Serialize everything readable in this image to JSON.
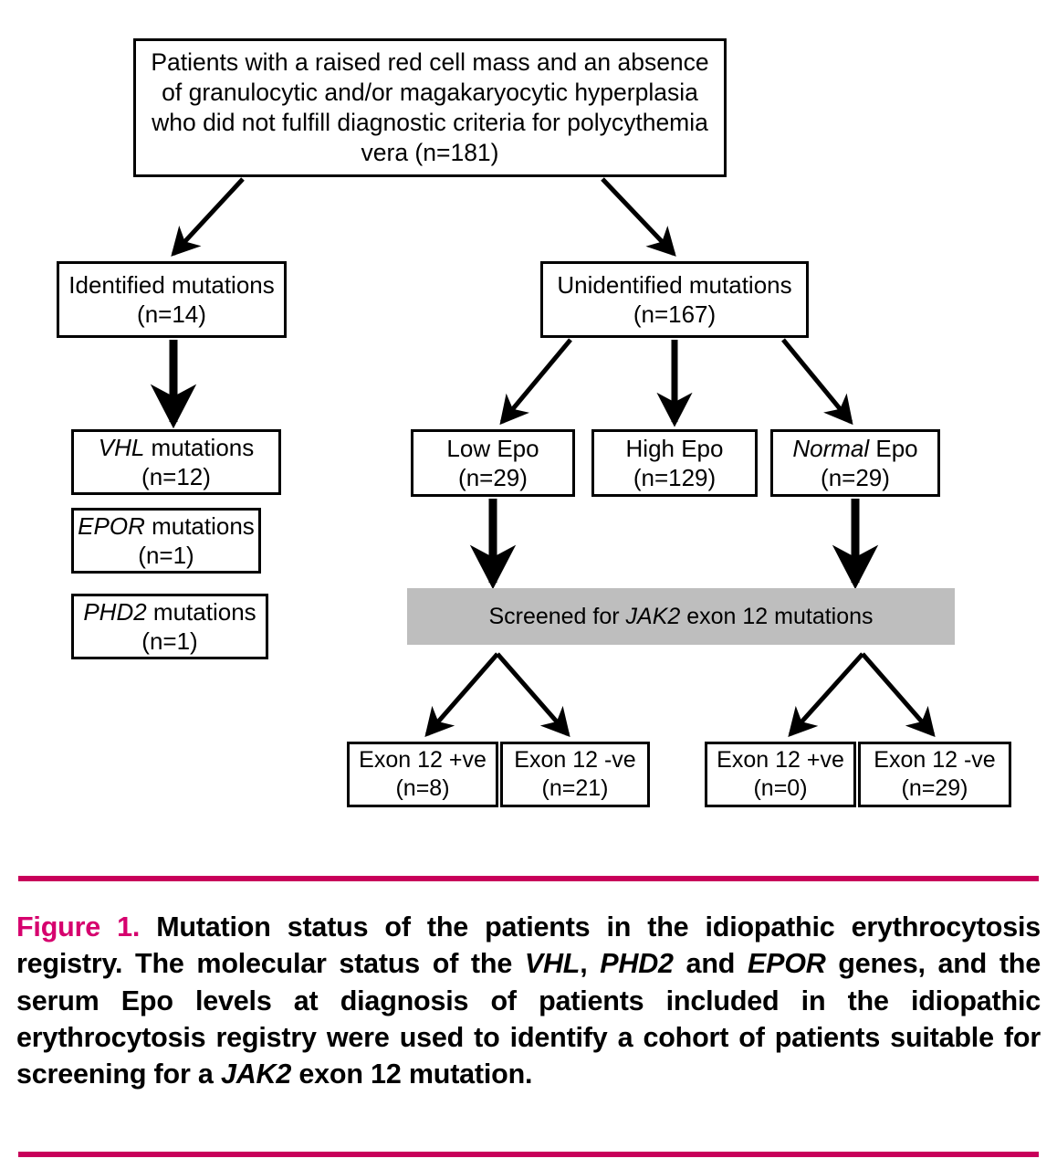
{
  "figure": {
    "label": "Figure 1.",
    "caption": "Mutation status of the patients in the idiopathic erythrocytosis registry. The molecular status of the VHL, PHD2 and EPOR genes, and the serum Epo levels at diagnosis of patients included in the idiopathic erythrocytosis registry were used to identify a cohort of patients suitable for screening for a JAK2 exon 12 mutation.",
    "caption_parts": [
      {
        "text": "Mutation status of the patients in the idiopathic erythrocytosis registry. The molecular status of the ",
        "italic": false
      },
      {
        "text": "VHL",
        "italic": true
      },
      {
        "text": ", ",
        "italic": false
      },
      {
        "text": "PHD2",
        "italic": true
      },
      {
        "text": " and ",
        "italic": false
      },
      {
        "text": "EPOR",
        "italic": true
      },
      {
        "text": " genes, and the serum Epo levels at diagnosis of patients included in the idiopathic erythrocytosis registry were used to identify a cohort of patients suitable for screening for a ",
        "italic": false
      },
      {
        "text": "JAK2",
        "italic": true
      },
      {
        "text": " exon 12 mutation.",
        "italic": false
      }
    ],
    "accent_color": "#c8005a",
    "label_color": "#d6006e"
  },
  "chart_data": {
    "type": "flowchart",
    "title": "Mutation status of the patients in the idiopathic erythrocytosis registry",
    "nodes": [
      {
        "id": "root",
        "label": "Patients with a raised red cell mass and an absence of granulocytic and/or magakaryocytic hyperplasia who did not fulfill diagnostic criteria for polycythemia vera  (n=181)",
        "n": 181
      },
      {
        "id": "identified",
        "label": "Identified mutations",
        "n": 14
      },
      {
        "id": "unidentified",
        "label": "Unidentified mutations",
        "n": 167
      },
      {
        "id": "vhl",
        "label": "VHL mutations",
        "n": 12
      },
      {
        "id": "epor",
        "label": "EPOR mutations",
        "n": 1
      },
      {
        "id": "phd2",
        "label": "PHD2 mutations",
        "n": 1
      },
      {
        "id": "low_epo",
        "label": "Low Epo",
        "n": 29
      },
      {
        "id": "high_epo",
        "label": "High Epo",
        "n": 129
      },
      {
        "id": "normal_epo",
        "label": "Normal Epo",
        "n": 29
      },
      {
        "id": "screened",
        "label": "Screened for JAK2 exon 12 mutations",
        "n": null
      },
      {
        "id": "exon_pos_1",
        "label": "Exon 12 +ve",
        "n": 8
      },
      {
        "id": "exon_neg_1",
        "label": "Exon 12 -ve",
        "n": 21
      },
      {
        "id": "exon_pos_2",
        "label": "Exon 12 +ve",
        "n": 0
      },
      {
        "id": "exon_neg_2",
        "label": "Exon 12 -ve",
        "n": 29
      }
    ],
    "edges": [
      {
        "from": "root",
        "to": "identified"
      },
      {
        "from": "root",
        "to": "unidentified"
      },
      {
        "from": "identified",
        "to": "vhl"
      },
      {
        "from": "unidentified",
        "to": "low_epo"
      },
      {
        "from": "unidentified",
        "to": "high_epo"
      },
      {
        "from": "unidentified",
        "to": "normal_epo"
      },
      {
        "from": "low_epo",
        "to": "screened"
      },
      {
        "from": "normal_epo",
        "to": "screened"
      },
      {
        "from": "screened",
        "to": "exon_pos_1"
      },
      {
        "from": "screened",
        "to": "exon_neg_1"
      },
      {
        "from": "screened",
        "to": "exon_pos_2"
      },
      {
        "from": "screened",
        "to": "exon_neg_2"
      }
    ]
  },
  "nodes": {
    "root": {
      "line1": "Patients with a raised red cell mass and an absence",
      "line2": "of granulocytic and/or magakaryocytic hyperplasia",
      "line3": "who did not fulfill diagnostic criteria for polycythemia",
      "line4": "vera  (n=181)"
    },
    "identified": {
      "line1": "Identified mutations",
      "line2": "(n=14)"
    },
    "unidentified": {
      "line1": "Unidentified mutations",
      "line2": "(n=167)"
    },
    "vhl": {
      "gene": "VHL",
      "rest": " mutations",
      "count": "(n=12)"
    },
    "epor": {
      "gene": "EPOR",
      "rest": " mutations",
      "count": "(n=1)"
    },
    "phd2": {
      "gene": "PHD2",
      "rest": " mutations",
      "count": "(n=1)"
    },
    "low_epo": {
      "line1": "Low Epo",
      "line2": "(n=29)"
    },
    "high_epo": {
      "line1": "High Epo",
      "line2": "(n=129)"
    },
    "normal_epo": {
      "word_italic": "Normal",
      "rest": " Epo",
      "line2": "(n=29)"
    },
    "screened": {
      "pre": "Screened for ",
      "gene": "JAK2",
      "post": " exon 12 mutations"
    },
    "exon_pos_1": {
      "line1": "Exon 12 +ve",
      "line2": "(n=8)"
    },
    "exon_neg_1": {
      "line1": "Exon 12 -ve",
      "line2": "(n=21)"
    },
    "exon_pos_2": {
      "line1": "Exon 12 +ve",
      "line2": "(n=0)"
    },
    "exon_neg_2": {
      "line1": "Exon 12 -ve",
      "line2": "(n=29)"
    }
  }
}
